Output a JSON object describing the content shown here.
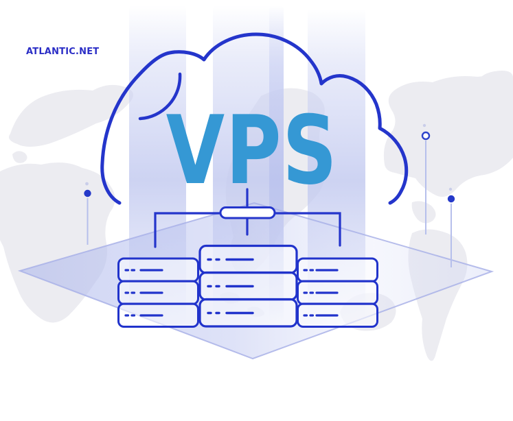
{
  "page": {
    "title": "VPS cloud hosting illustration"
  },
  "brand": {
    "logo_text": "atlantic.net",
    "logo_color": "#2b2ec6"
  },
  "headline": {
    "text": "VPS",
    "color": "#3598d4"
  },
  "illustration": {
    "cloud": "outlined cloud containing headline",
    "connector_node": "pill node linking cloud to server stacks",
    "server_stacks": {
      "count": 3,
      "rows_per_stack": 3,
      "row_glyphs": "two status dots and one line per rack unit"
    },
    "decor_pins": {
      "left": "filled-dot-pin",
      "right_top": "ring-dot-pin",
      "right_bottom": "filled-dot-pin"
    },
    "background": {
      "world_map": "light gray world map silhouette",
      "stripes": 3,
      "diamond": "translucent lavender rhombus behind servers"
    }
  },
  "colors": {
    "outline_blue": "#2435cb",
    "headline_blue": "#3598d4",
    "logo_blue": "#2b2ec6",
    "stripe_lavender": "#c6cdf0",
    "diamond_lavender": "#b7c0ee",
    "pin_line_lavender": "#b6bfec",
    "map_gray": "#ececf1",
    "background": "#ffffff"
  }
}
